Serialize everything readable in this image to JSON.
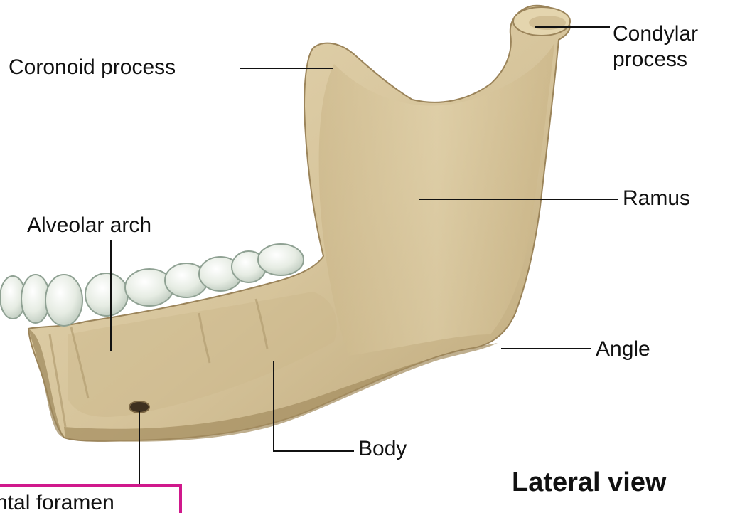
{
  "labels": {
    "coronoid_process": "Coronoid process",
    "condylar_process_line1": "Condylar",
    "condylar_process_line2": "process",
    "ramus": "Ramus",
    "alveolar_arch": "Alveolar arch",
    "angle": "Angle",
    "body": "Body",
    "mental_foramen": "ntal foramen",
    "view": "Lateral view"
  },
  "colors": {
    "bone": "#d8c7a0",
    "bone_shadow": "#b29c6e",
    "bone_highlight": "#ece0c2",
    "tooth": "#e9eee6",
    "tooth_outline": "#8fa193",
    "leader_line": "#111111",
    "highlight_box": "#d0188c"
  },
  "structure": {
    "subject": "mandible",
    "parts": [
      "coronoid process",
      "condylar process",
      "ramus",
      "alveolar arch",
      "angle",
      "body",
      "mental foramen",
      "teeth"
    ]
  }
}
